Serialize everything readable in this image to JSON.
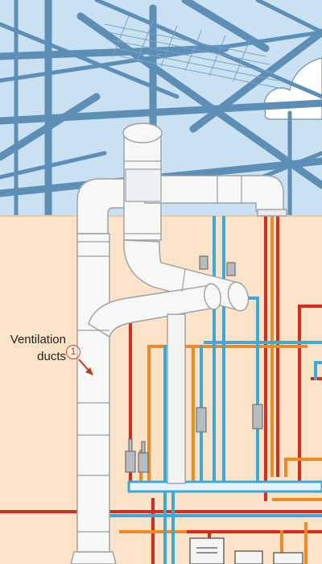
{
  "callout": {
    "label_line1": "Ventilation",
    "label_line2": "ducts",
    "marker": "1"
  },
  "colors": {
    "sky": "#c6dff0",
    "steel_frame": "#5d8fb6",
    "wall": "#fbe3c8",
    "duct": "#f7f7f5",
    "duct_outline": "#9aa0a4",
    "hot_pipe": "#d92a1c",
    "orange_pipe": "#f08a24",
    "cold_pipe": "#3aaad8",
    "callout_accent": "#d4462c"
  },
  "icons": [
    "callout-arrow-icon",
    "cloud-icon"
  ]
}
